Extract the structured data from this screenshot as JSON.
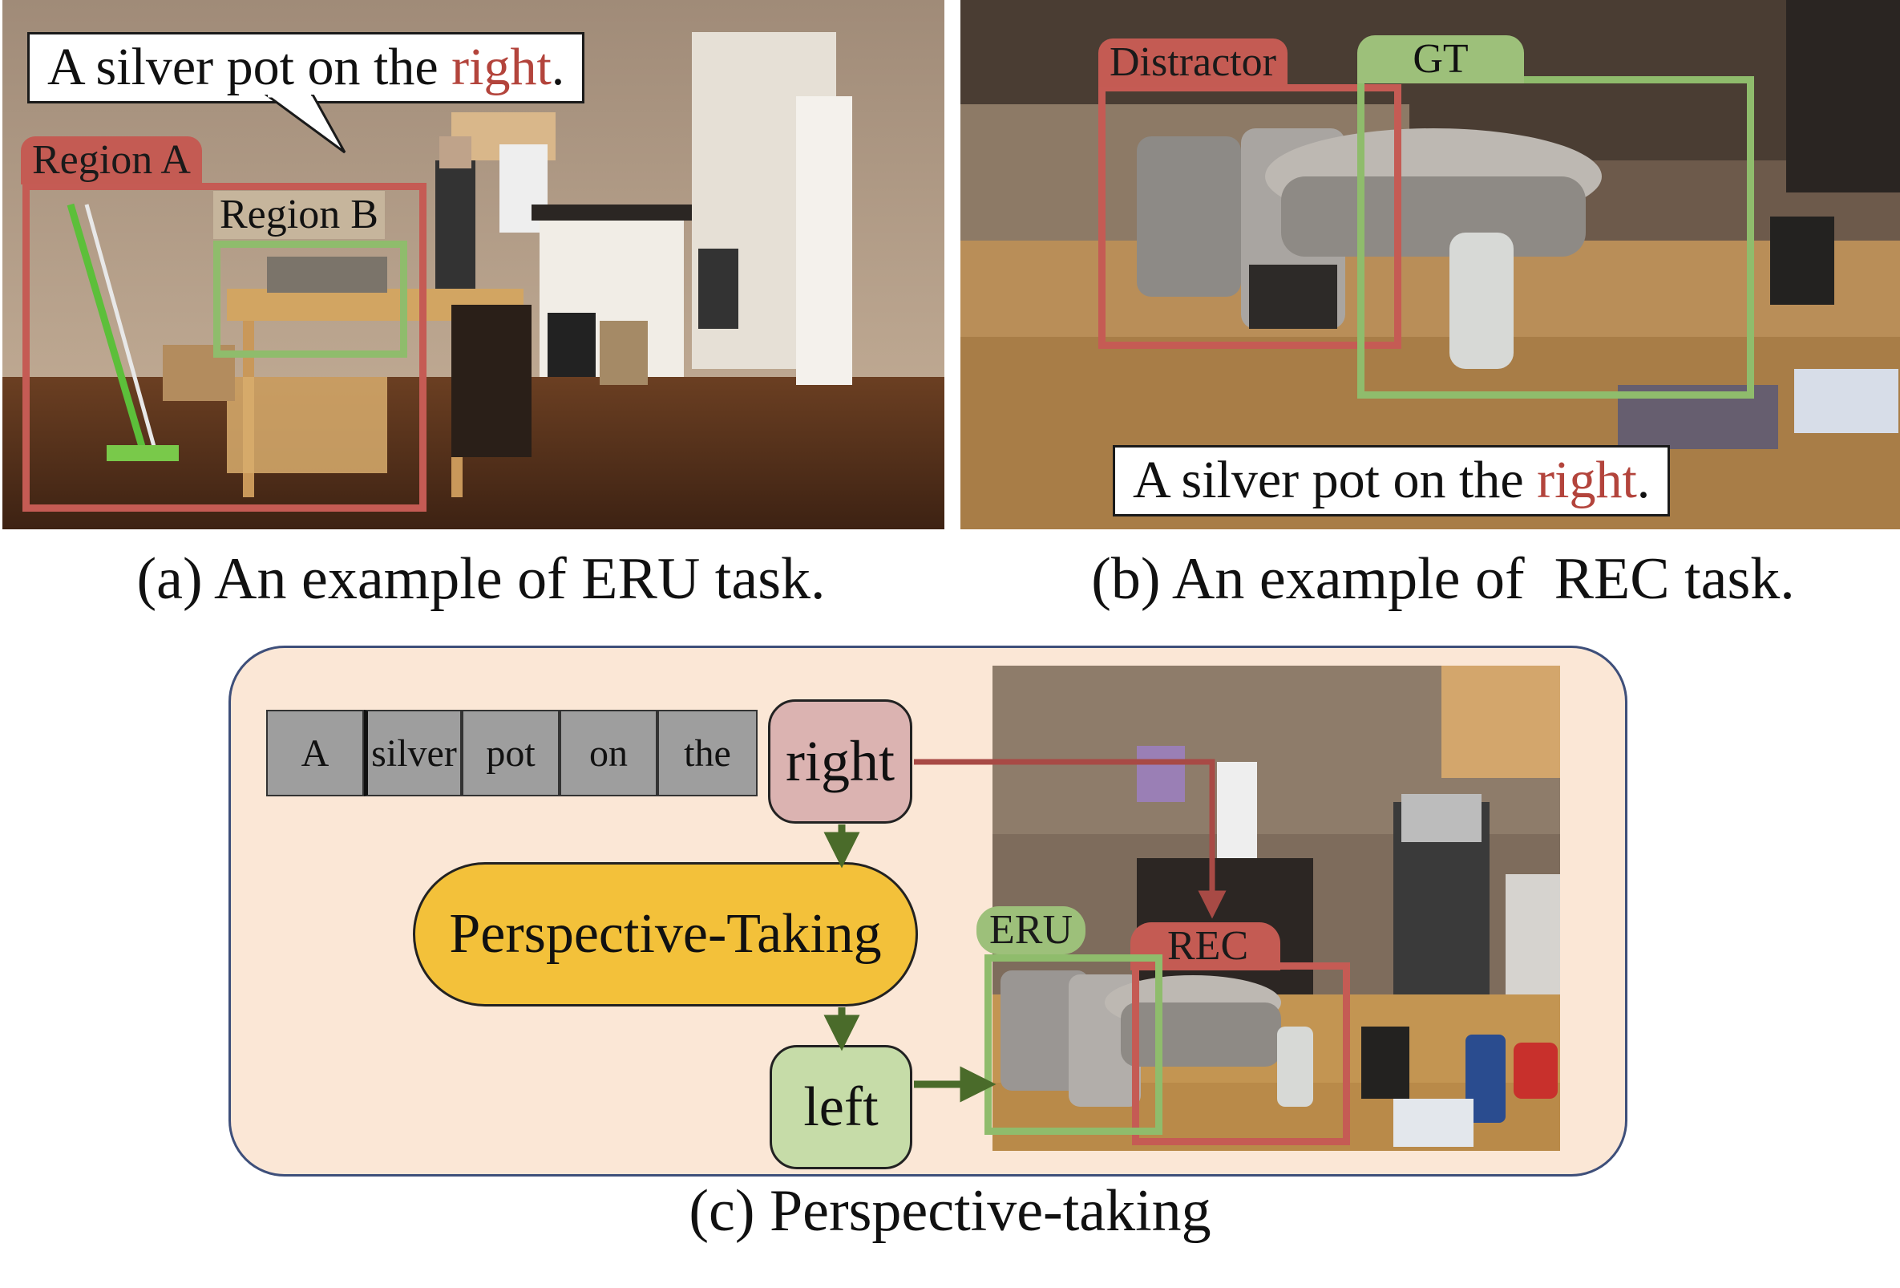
{
  "panel_a": {
    "callout": {
      "text_before": "A silver pot on the ",
      "highlight": "right",
      "text_after": "."
    },
    "region_a_label": "Region A",
    "region_b_label": "Region B",
    "caption": "(a) An example of ERU task."
  },
  "panel_b": {
    "distractor_label": "Distractor",
    "gt_label": "GT",
    "callout": {
      "text_before": "A silver pot on the ",
      "highlight": "right",
      "text_after": "."
    },
    "caption": "(b) An example of  REC task."
  },
  "panel_c": {
    "tokens": [
      "A",
      "silver",
      "pot",
      "on",
      "the"
    ],
    "right_token": "right",
    "perspective_node": "Perspective-Taking",
    "left_node": "left",
    "eru_label": "ERU",
    "rec_label": "REC",
    "caption": "(c) Perspective-taking"
  },
  "colors": {
    "red": "#c55b54",
    "green": "#8fbc6c",
    "arrow_green": "#4a6b2a",
    "arrow_red": "#a84a45",
    "background_c": "#fbe7d6",
    "node_yellow": "#f3c13a",
    "node_pink": "#dbb3b1",
    "node_green": "#c6dca8",
    "token_gray": "#9e9e9e"
  }
}
